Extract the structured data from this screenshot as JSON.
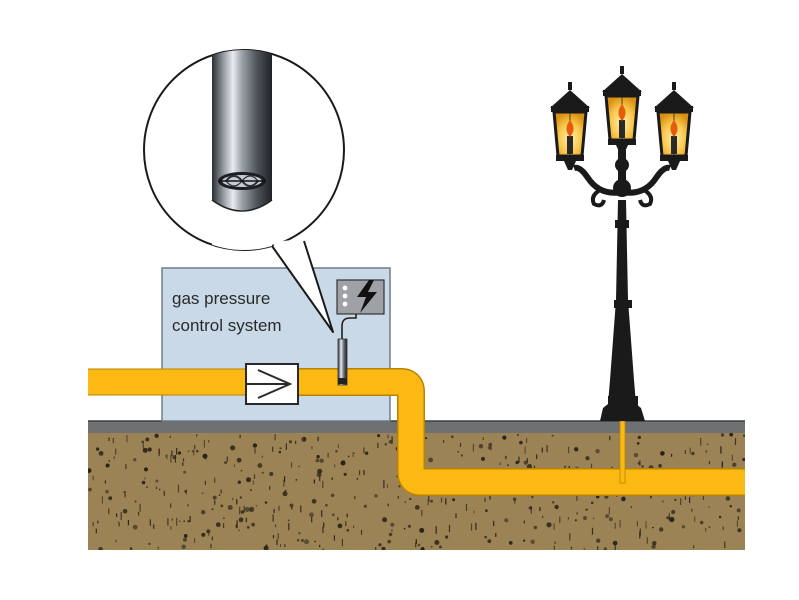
{
  "diagram": {
    "station_label_line1": "gas pressure",
    "station_label_line2": "control system",
    "colors": {
      "background": "#ffffff",
      "gas_pipe": "#fdb913",
      "gas_pipe_edge": "#7a5a00",
      "station_box": "#c9d9e8",
      "station_border": "#6e7c89",
      "soil": "#9c8356",
      "soil_speck": "#2b2216",
      "pavement": "#6f7072",
      "lamp_post": "#1a1a1a",
      "lamp_glass": "#f7c14a",
      "lamp_flame": "#e85a0c"
    },
    "icons": [
      "magnifier-bubble",
      "sensor-probe",
      "valve-arrow",
      "lightning-icon",
      "flame-icon",
      "street-lamp"
    ]
  }
}
